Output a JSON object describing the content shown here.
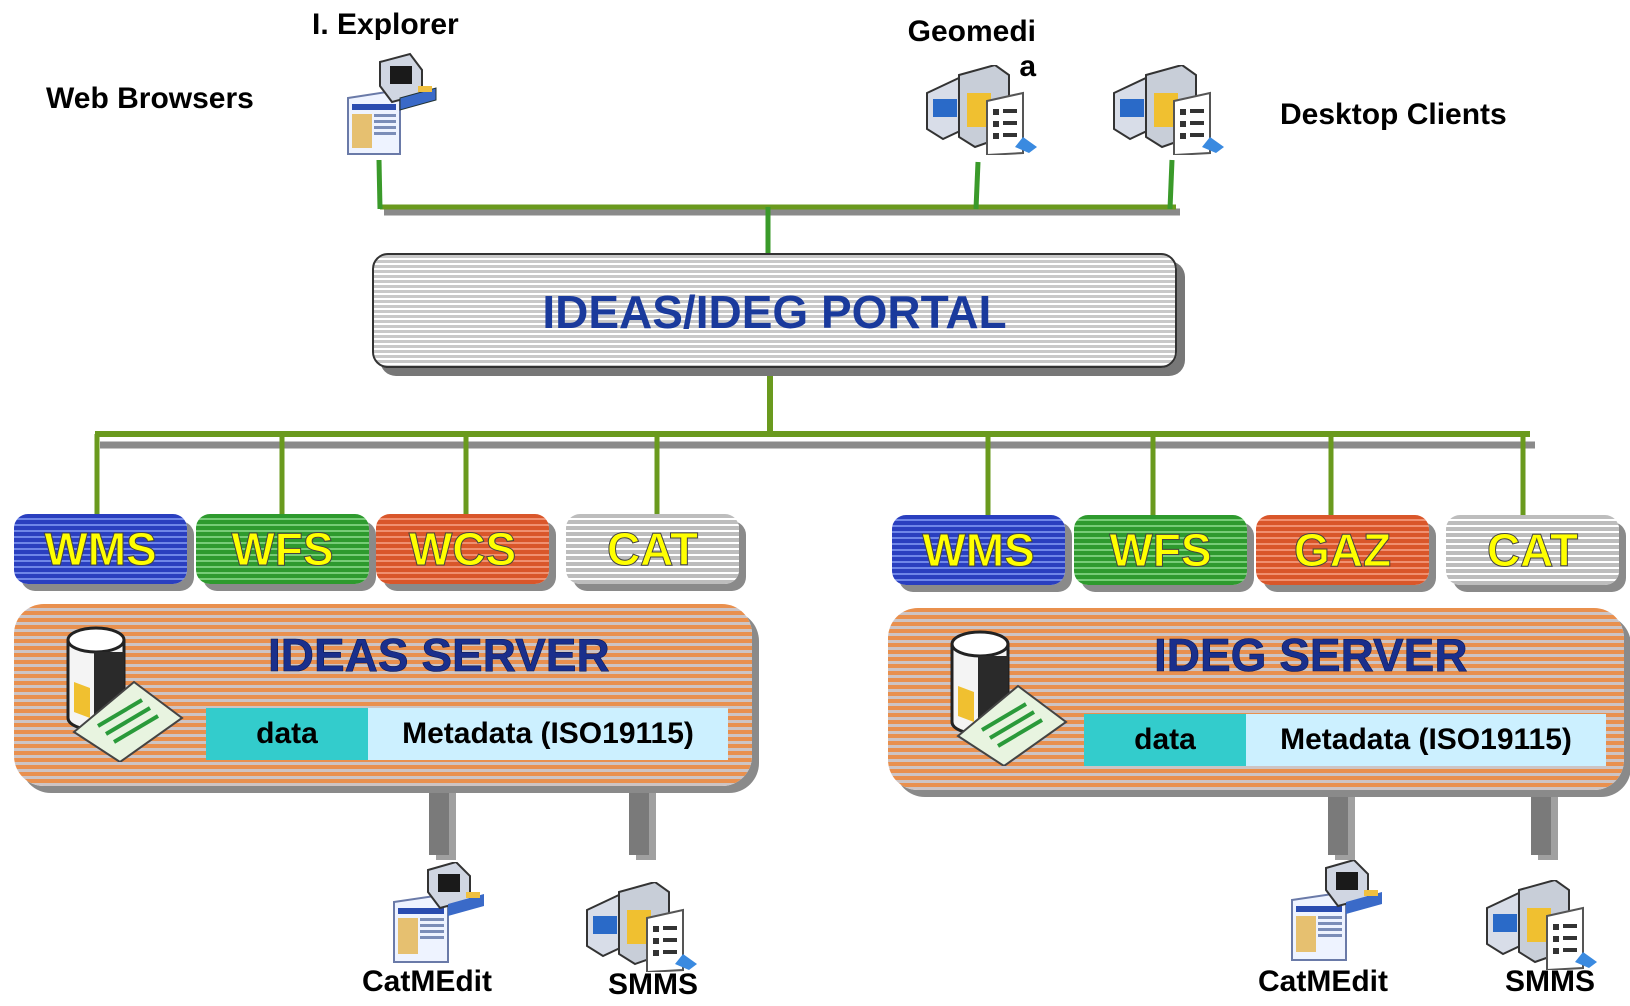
{
  "labels": {
    "web_browsers": "Web Browsers",
    "ie": "I. Explorer",
    "geomedia_line1": "Geomedi",
    "geomedia_line2": "a",
    "desktop_clients": "Desktop Clients"
  },
  "portal": {
    "title": "IDEAS/IDEG PORTAL"
  },
  "left_services": [
    "WMS",
    "WFS",
    "WCS",
    "CAT"
  ],
  "right_services": [
    "WMS",
    "WFS",
    "GAZ",
    "CAT"
  ],
  "left_server": {
    "title": "IDEAS SERVER",
    "data": "data",
    "metadata": "Metadata (ISO19115)"
  },
  "right_server": {
    "title": "IDEG SERVER",
    "data": "data",
    "metadata": "Metadata (ISO19115)"
  },
  "tools": {
    "left_catmedit": "CatMEdit",
    "left_smms": "SMMS",
    "right_catmedit": "CatMEdit",
    "right_smms": "SMMS"
  },
  "colors": {
    "connector": "#6a9a1e",
    "portal_text": "#1a3a9c",
    "service_text": "#ffff00",
    "data_cell": "#33cccc",
    "metadata_cell": "#ccf0ff"
  }
}
